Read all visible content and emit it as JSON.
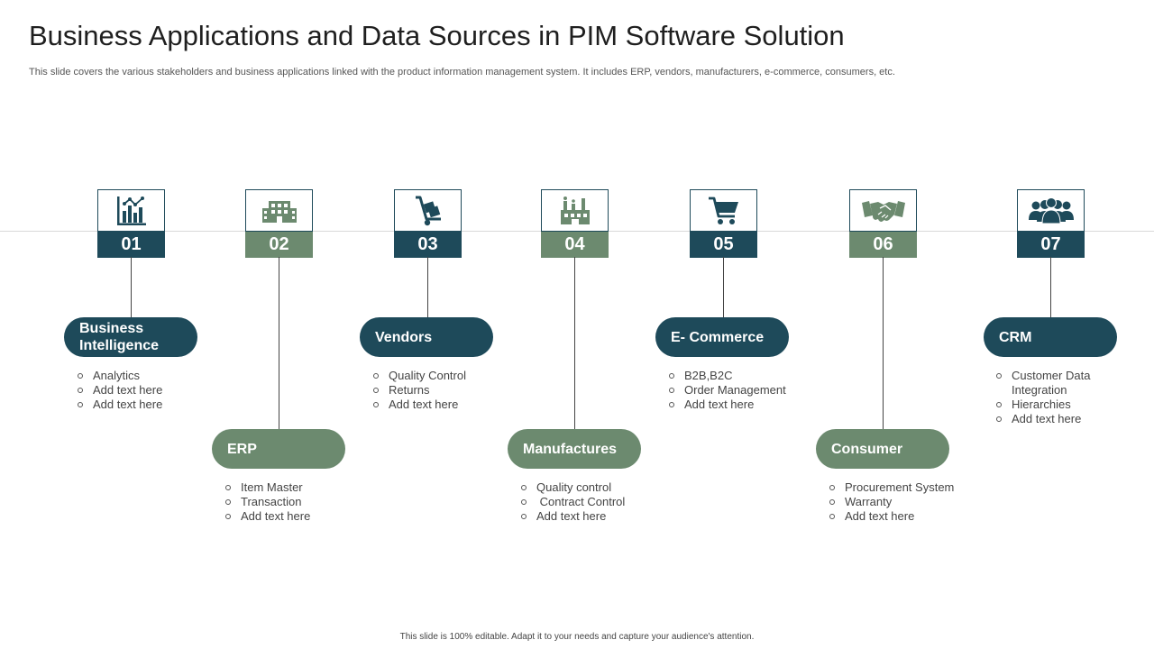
{
  "title": "Business Applications and Data Sources in PIM Software Solution",
  "subtitle": "This slide covers the various stakeholders and business applications linked with the product information management system. It includes ERP, vendors, manufacturers, e-commerce, consumers, etc.",
  "footer": "This slide is 100% editable.  Adapt it to your needs and capture your audience's attention.",
  "colors": {
    "dark": "#1e4a5a",
    "green": "#6c8a6f"
  },
  "items": [
    {
      "num": "01",
      "icon": "chart-icon",
      "label": "Business Intelligence",
      "bullets": [
        "Analytics",
        "Add text here",
        "Add text here"
      ]
    },
    {
      "num": "02",
      "icon": "building-icon",
      "label": "ERP",
      "bullets": [
        "Item Master",
        "Transaction",
        "Add text here"
      ]
    },
    {
      "num": "03",
      "icon": "hand-truck-icon",
      "label": "Vendors",
      "bullets": [
        "Quality Control",
        "Returns",
        "Add text here"
      ]
    },
    {
      "num": "04",
      "icon": "factory-icon",
      "label": "Manufactures",
      "bullets": [
        "Quality control",
        " Contract Control",
        "Add text here"
      ]
    },
    {
      "num": "05",
      "icon": "shopping-cart-icon",
      "label": "E- Commerce",
      "bullets": [
        "B2B,B2C",
        "Order Management",
        "Add text here"
      ]
    },
    {
      "num": "06",
      "icon": "handshake-icon",
      "label": "Consumer",
      "bullets": [
        "Procurement System",
        "Warranty",
        "Add text here"
      ]
    },
    {
      "num": "07",
      "icon": "people-group-icon",
      "label": "CRM",
      "bullets": [
        "Customer Data Integration",
        "Hierarchies",
        "Add text here"
      ]
    }
  ]
}
